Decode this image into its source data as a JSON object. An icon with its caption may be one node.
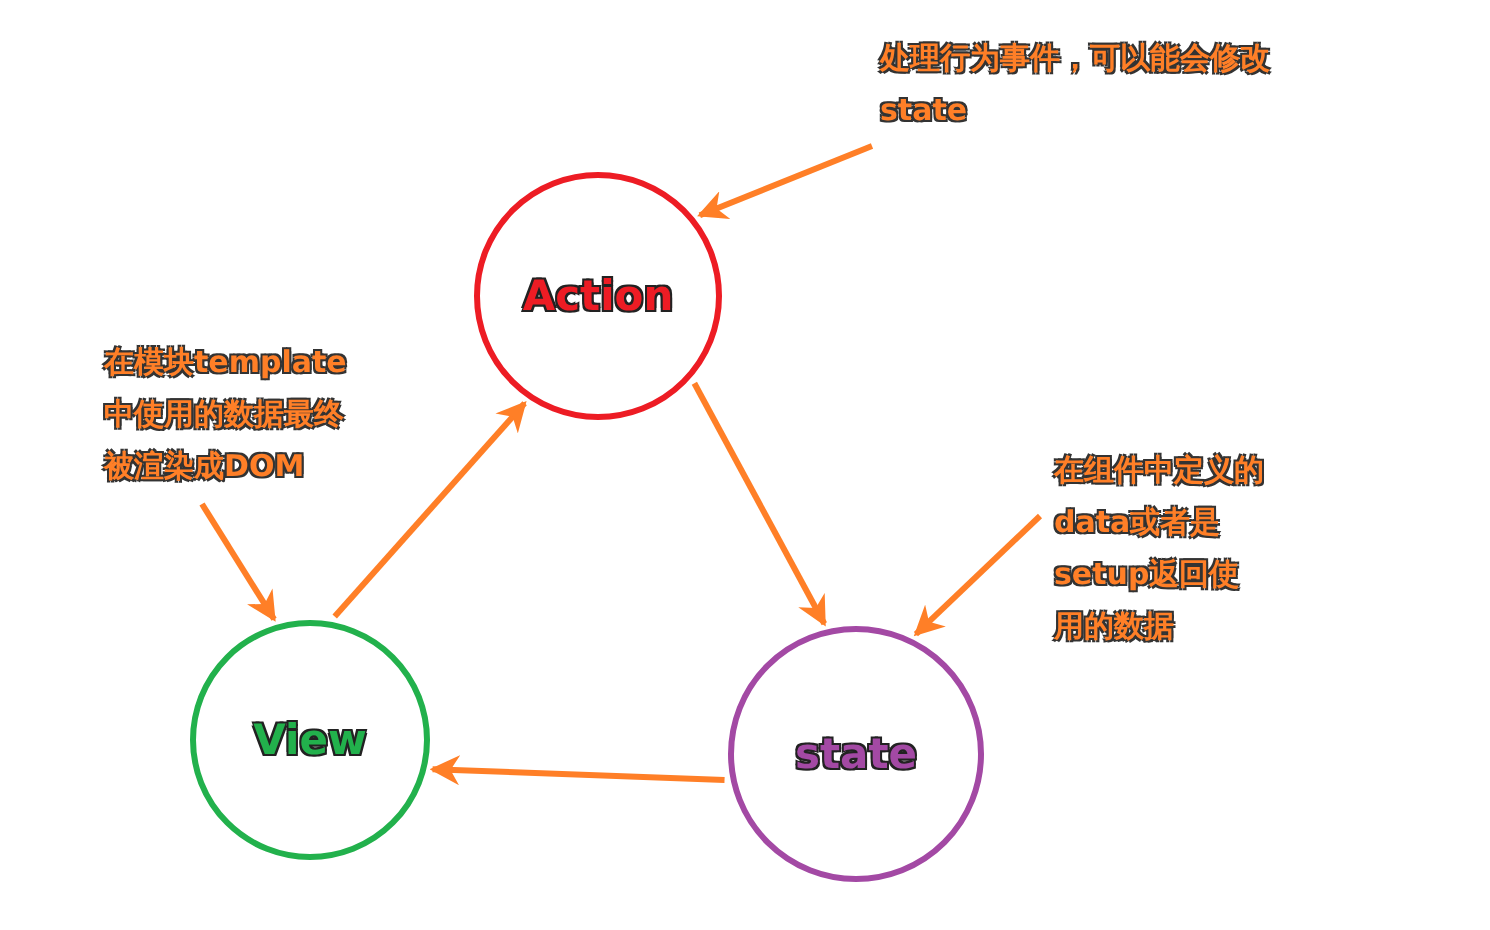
{
  "diagram": {
    "nodes": [
      {
        "text": [
          "处理行为事件，可以能会修改state"
        ]
      },
      {
        "text": [
          "Action"
        ]
      },
      {
        "text": [
          "在模块template中使用的数据最终被渲染成DOM"
        ]
      },
      {
        "text": [
          "在组件中定义的data或者是setup返回使用的数据"
        ]
      },
      {
        "text": [
          "View"
        ]
      },
      {
        "text": [
          "state"
        ]
      }
    ],
    "edges": [
      {
        "from": 0,
        "to": 1,
        "arrow": "to"
      },
      {
        "from": 2,
        "to": 4,
        "arrow": "to"
      },
      {
        "from": 3,
        "to": 5,
        "arrow": "to"
      },
      {
        "from": 4,
        "to": 1,
        "arrow": "to"
      },
      {
        "from": 1,
        "to": 5,
        "arrow": "to"
      },
      {
        "from": 5,
        "to": 4,
        "arrow": "to"
      }
    ]
  }
}
